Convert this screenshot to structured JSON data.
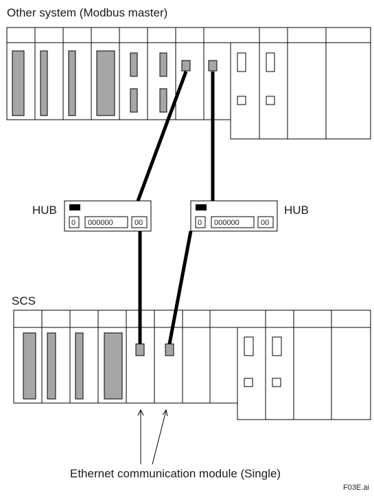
{
  "labels": {
    "top_system": "Other system (Modbus master)",
    "hub_left": "HUB",
    "hub_right": "HUB",
    "scs": "SCS",
    "module_note": "Ethernet communication module (Single)",
    "file_tag": "F03E.ai"
  },
  "hub_ports": {
    "single": "0",
    "group": "000000",
    "pair": "00"
  },
  "colors": {
    "line": "#000000",
    "card_fill": "#a6a6a6",
    "background": "#ffffff"
  }
}
